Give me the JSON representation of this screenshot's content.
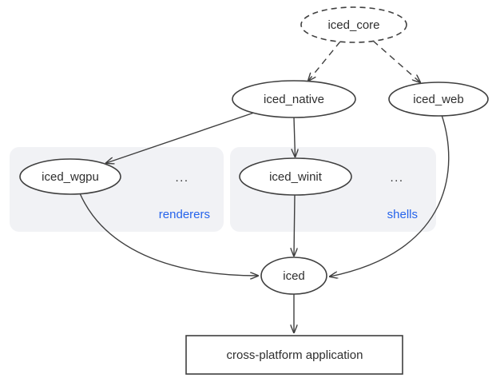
{
  "colors": {
    "ink": "#2e2e2e",
    "edge": "#3f3f3f",
    "accent": "#2563eb",
    "group_bg": "#f1f2f5",
    "node_fill": "#ffffff",
    "bg": "#ffffff"
  },
  "nodes": {
    "iced_core": {
      "label": "iced_core"
    },
    "iced_native": {
      "label": "iced_native"
    },
    "iced_web": {
      "label": "iced_web"
    },
    "iced_wgpu": {
      "label": "iced_wgpu"
    },
    "iced_winit": {
      "label": "iced_winit"
    },
    "iced": {
      "label": "iced"
    },
    "application": {
      "label": "cross-platform application"
    }
  },
  "groups": {
    "renderers": {
      "label": "renderers",
      "more": "..."
    },
    "shells": {
      "label": "shells",
      "more": "..."
    }
  }
}
